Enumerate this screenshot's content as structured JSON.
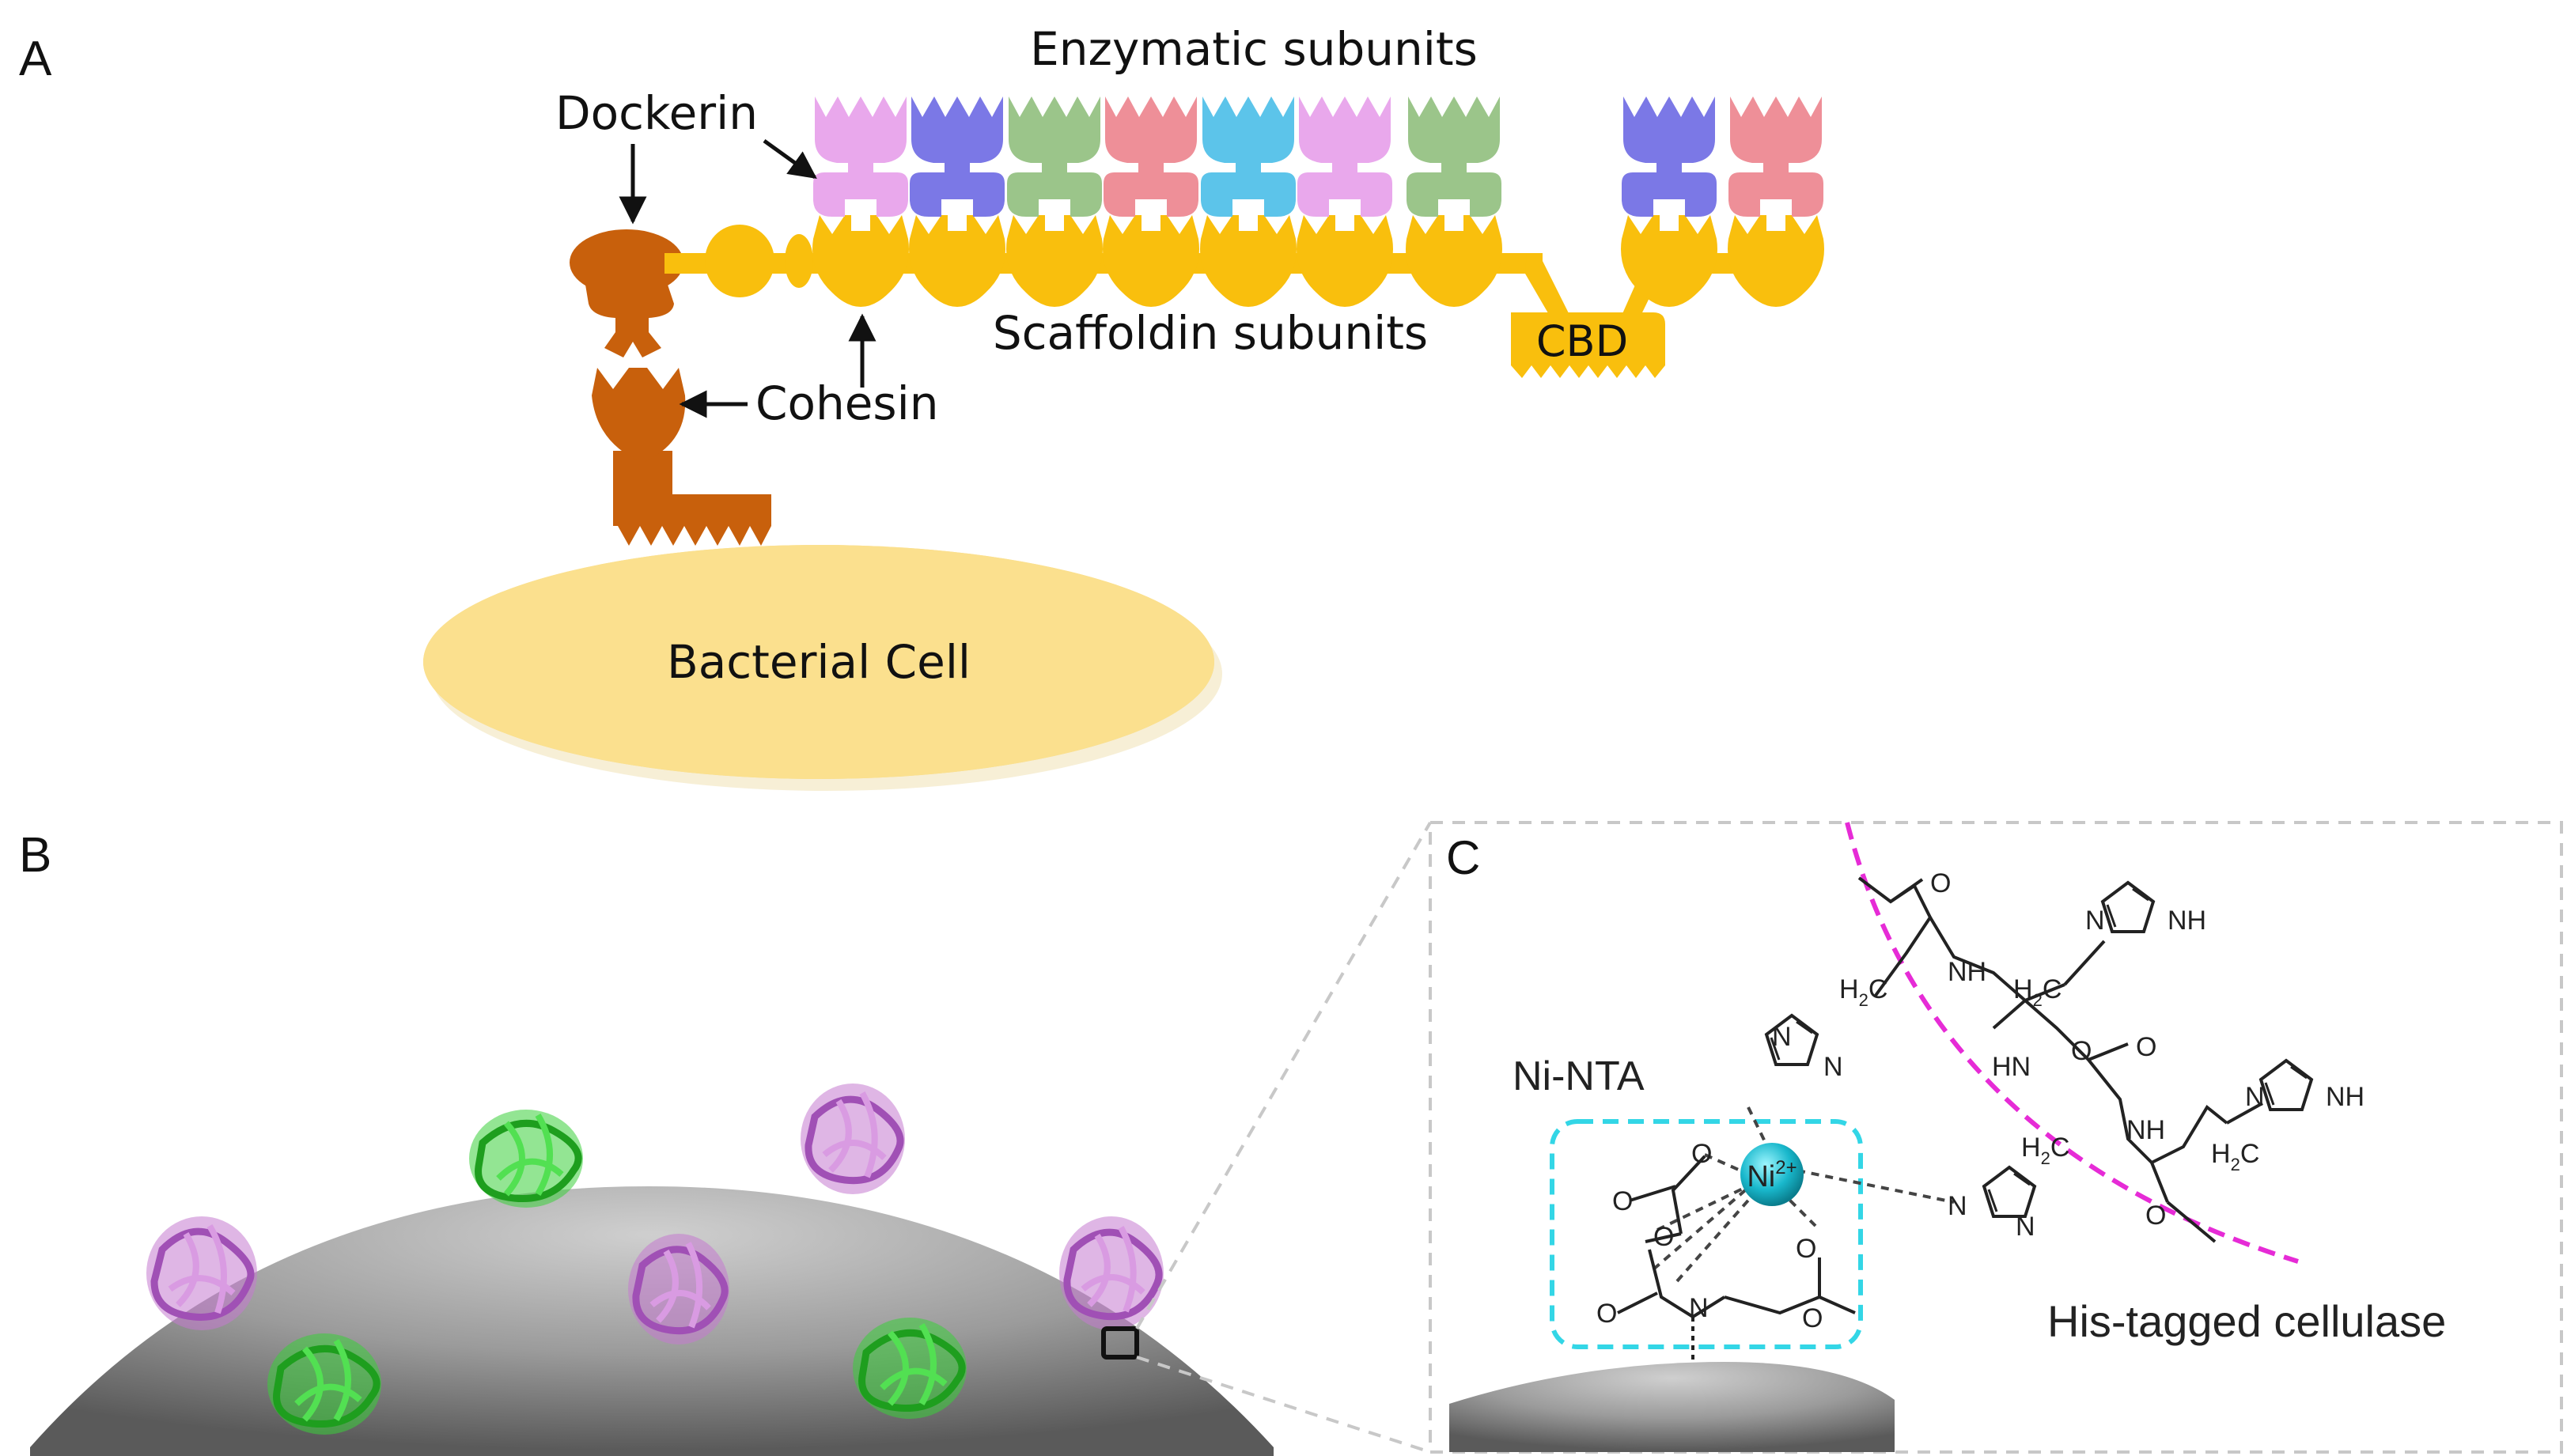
{
  "panels": {
    "a": "A",
    "b": "B",
    "c": "C"
  },
  "panel_a": {
    "enzymatic_label": "Enzymatic subunits",
    "dockerin_label": "Dockerin",
    "scaffoldin_label": "Scaffoldin subunits",
    "cohesin_label": "Cohesin",
    "cbd_label": "CBD",
    "cell_label": "Bacterial Cell",
    "enzyme_colors": [
      "#e9a8ec",
      "#7b78e6",
      "#9bc58a",
      "#ee8f98",
      "#5cc4ea",
      "#e9a8ec",
      "#9bc58a",
      "#7b78e6",
      "#ee8f98"
    ],
    "scaffoldin_color": "#f9bf0d",
    "anchor_color": "#c8600c",
    "cell_color": "#fbe08e"
  },
  "panel_c": {
    "nta_label": "Ni-NTA",
    "metal_label": "Ni",
    "metal_charge": "2+",
    "cellulase_label": "His-tagged cellulase",
    "atoms": {
      "o": "O",
      "n": "N",
      "nh": "NH",
      "hn": "HN",
      "h2c": "H2C",
      "h": "H",
      "c": "C",
      "sub2": "2"
    },
    "box_color": "#33d6e6",
    "arc_color": "#e62bd6"
  }
}
